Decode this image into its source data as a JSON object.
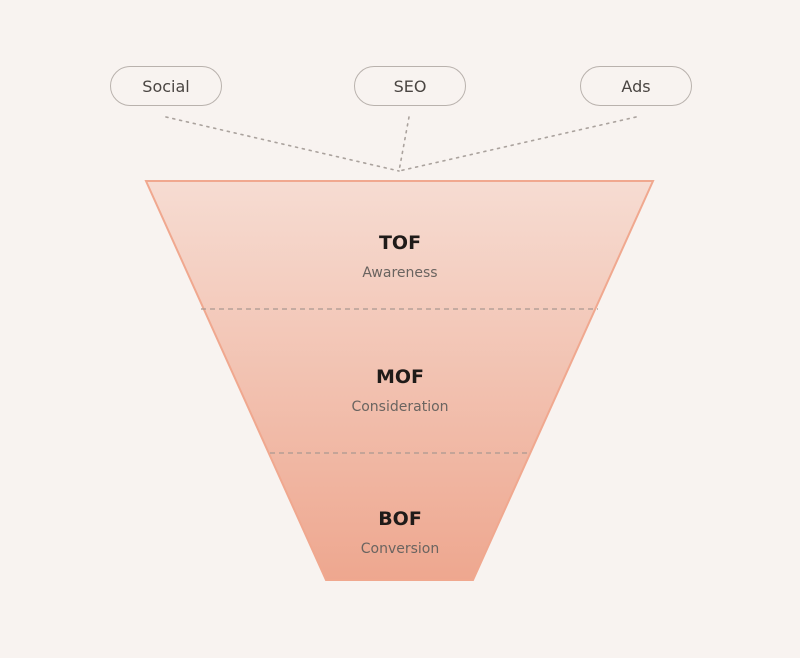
{
  "sources": [
    {
      "label": "Social"
    },
    {
      "label": "SEO"
    },
    {
      "label": "Ads"
    }
  ],
  "stages": [
    {
      "title": "TOF",
      "subtitle": "Awareness"
    },
    {
      "title": "MOF",
      "subtitle": "Consideration"
    },
    {
      "title": "BOF",
      "subtitle": "Conversion"
    }
  ],
  "colors": {
    "background": "#f8f3f0",
    "funnel_top": "#f6dcd2",
    "funnel_bottom": "#eea78f",
    "funnel_outline": "#f0a88f",
    "pill_border": "#b9b2ad",
    "divider": "#a99891",
    "connector": "#aaa29d"
  }
}
